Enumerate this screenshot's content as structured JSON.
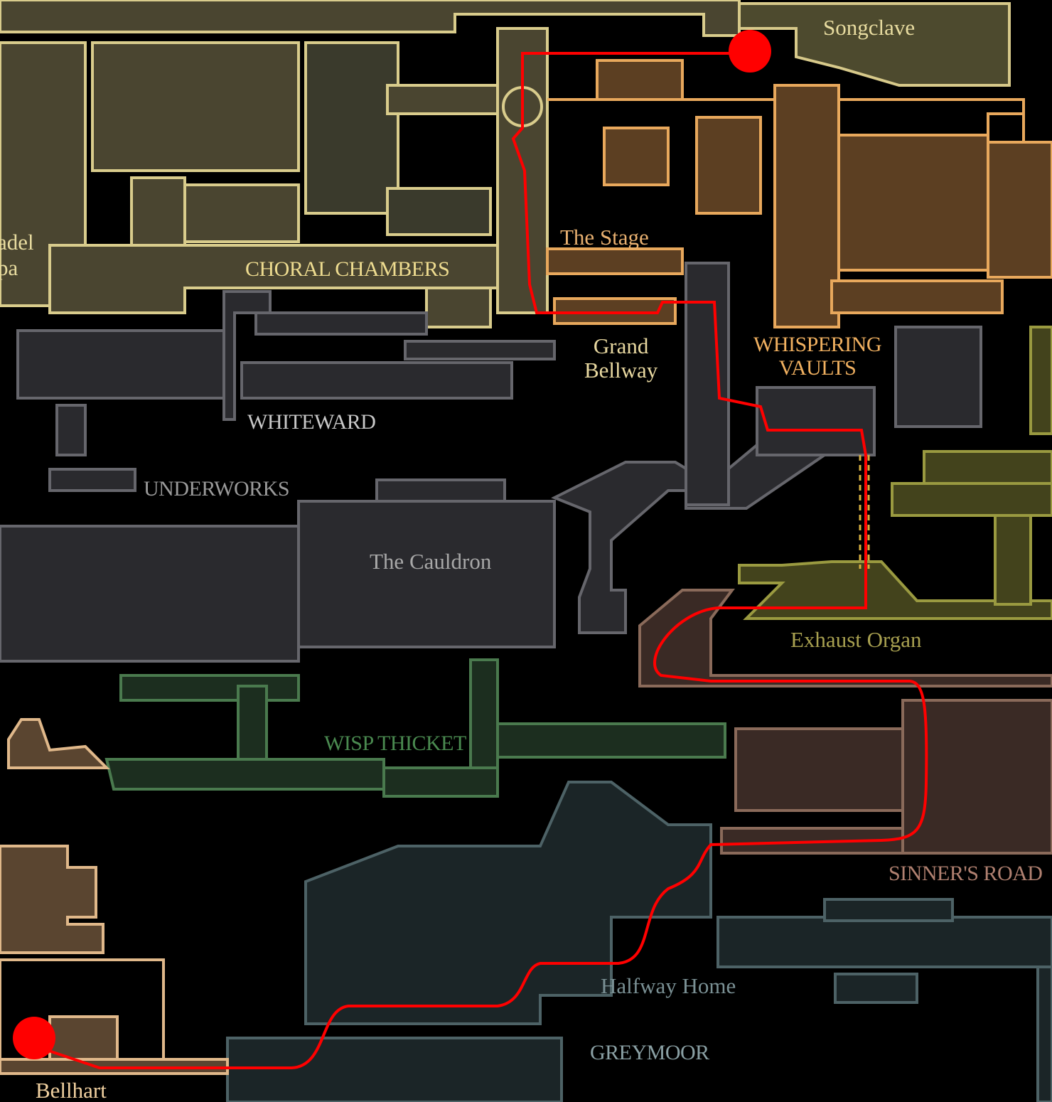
{
  "map": {
    "labels": {
      "songclave": "Songclave",
      "the_stage": "The Stage",
      "choral_chambers": "CHORAL CHAMBERS",
      "grand_bellway_1": "Grand",
      "grand_bellway_2": "Bellway",
      "whispering_vaults_1": "WHISPERING",
      "whispering_vaults_2": "VAULTS",
      "whiteward": "WHITEWARD",
      "underworks": "UNDERWORKS",
      "the_cauldron": "The Cauldron",
      "exhaust_organ": "Exhaust Organ",
      "wisp_thicket": "WISP THICKET",
      "sinners_road": "SINNER'S ROAD",
      "halfway_home": "Halfway Home",
      "greymoor": "GREYMOOR",
      "bellhart": "Bellhart",
      "cut_left_1": "adel",
      "cut_left_2": "pa"
    },
    "colors": {
      "route": "#ff0000",
      "marker": "#ff0000",
      "choral_fill": "#4a4530",
      "choral_stroke": "#d9cc8c",
      "vaults_fill": "#5c3f22",
      "vaults_stroke": "#e8a85c",
      "grey_fill": "#2a2a2e",
      "grey_stroke": "#66666c",
      "thicket_fill": "#1c2e1f",
      "thicket_stroke": "#4a7a4e",
      "greymoor_fill": "#1b2527",
      "greymoor_stroke": "#4d6266",
      "sinner_fill": "#3a2a25",
      "sinner_stroke": "#8a6a5a",
      "organ_fill": "#43431c",
      "organ_stroke": "#9a9a40",
      "bellhart_fill": "#5a4530",
      "bellhart_stroke": "#e0b88a"
    }
  }
}
